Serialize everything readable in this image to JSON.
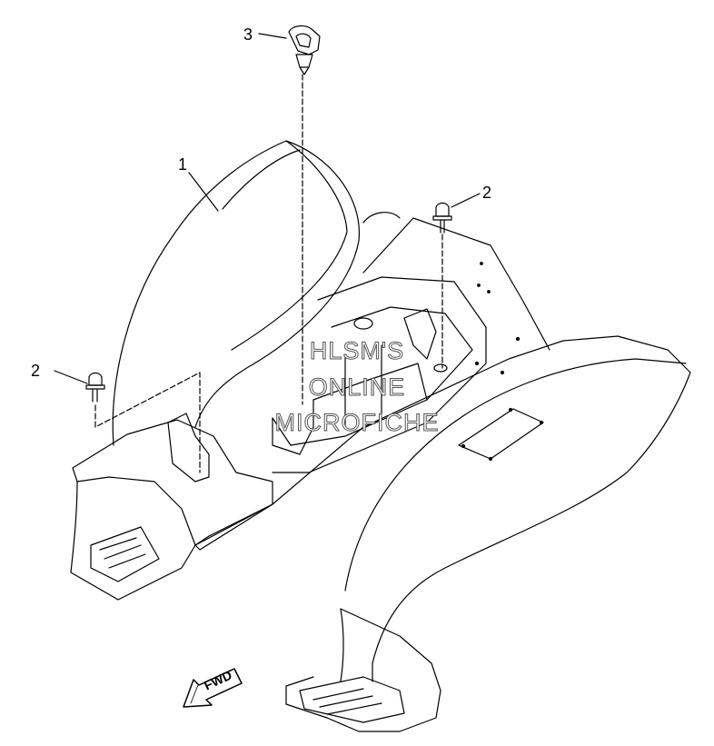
{
  "callouts": {
    "part_1": "1",
    "part_2_right": "2",
    "part_2_left": "2",
    "part_3": "3"
  },
  "watermark": {
    "line1": "HLSM'S",
    "line2": "ONLINE",
    "line3": "MICROFICHE"
  },
  "fwd_label": "FWD",
  "colors": {
    "line": "#000000",
    "background": "#ffffff",
    "watermark_stroke": "#555555"
  }
}
